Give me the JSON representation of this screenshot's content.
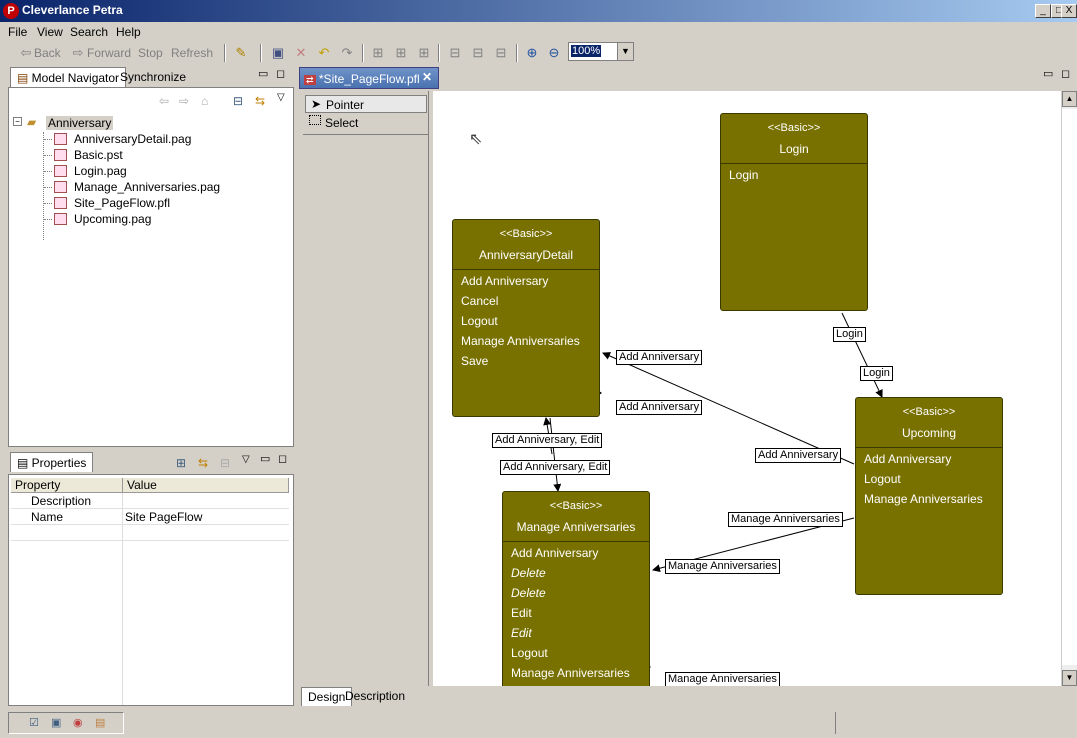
{
  "app": {
    "title": "Cleverlance Petra",
    "icon_letter": "P"
  },
  "window_buttons": [
    "_",
    "□",
    "X"
  ],
  "menu": [
    "File",
    "View",
    "Search",
    "Help"
  ],
  "toolbar": {
    "back": "Back",
    "forward": "Forward",
    "stop": "Stop",
    "refresh": "Refresh",
    "zoom": "100%"
  },
  "navigator": {
    "tabs": [
      "Model Navigator",
      "Synchronize"
    ],
    "root": "Anniversary",
    "files": [
      "AnniversaryDetail.pag",
      "Basic.pst",
      "Login.pag",
      "Manage_Anniversaries.pag",
      "Site_PageFlow.pfl",
      "Upcoming.pag"
    ]
  },
  "properties": {
    "tab": "Properties",
    "columns": [
      "Property",
      "Value"
    ],
    "rows": [
      {
        "property": "Description",
        "value": ""
      },
      {
        "property": "Name",
        "value": "Site PageFlow"
      }
    ]
  },
  "editor": {
    "tab": "*Site_PageFlow.pfl",
    "palette": [
      "Pointer",
      "Select"
    ],
    "bottom_tabs": [
      "Design",
      "Description"
    ]
  },
  "diagram": {
    "nodes": {
      "login": {
        "stereotype": "<<Basic>>",
        "name": "Login",
        "actions": [
          "Login"
        ]
      },
      "detail": {
        "stereotype": "<<Basic>>",
        "name": "AnniversaryDetail",
        "actions": [
          "Add Anniversary",
          "Cancel",
          "Logout",
          "Manage Anniversaries",
          "Save"
        ]
      },
      "upcoming": {
        "stereotype": "<<Basic>>",
        "name": "Upcoming",
        "actions": [
          "Add Anniversary",
          "Logout",
          "Manage Anniversaries"
        ]
      },
      "manage": {
        "stereotype": "<<Basic>>",
        "name": "Manage Anniversaries",
        "actions": [
          "Add Anniversary",
          "Delete",
          "Delete",
          "Edit",
          "Edit",
          "Logout",
          "Manage Anniversaries"
        ]
      }
    },
    "edge_labels": {
      "login_1": "Login",
      "login_2": "Login",
      "add_1": "Add Anniversary",
      "add_2": "Add Anniversary",
      "add_3": "Add Anniversary",
      "add_edit_1": "Add Anniversary, Edit",
      "add_edit_2": "Add Anniversary, Edit",
      "manage_1": "Manage Anniversaries",
      "manage_2": "Manage Anniversaries",
      "manage_3": "Manage Anniversaries"
    }
  },
  "colors": {
    "node_fill": "#787100",
    "title_bar": "#0a246a"
  }
}
